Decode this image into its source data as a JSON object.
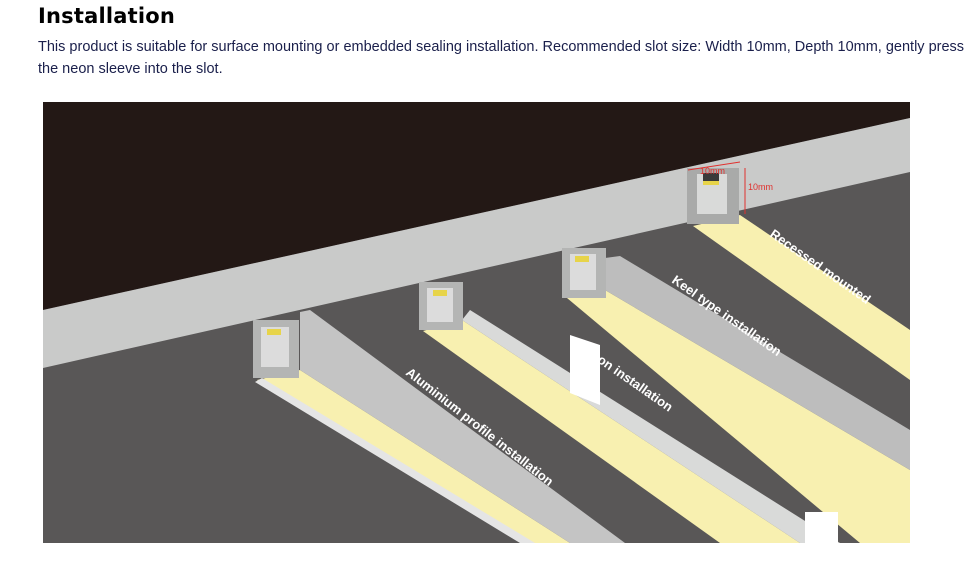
{
  "title": "Installation",
  "description": "This product is suitable for surface mounting or embedded sealing installation. Recommended slot size: Width 10mm, Depth 10mm, gently press the neon sleeve into the slot.",
  "illustration": {
    "labels": {
      "recessed": "Recessed mounted",
      "keel": "Keel type installation",
      "clip": "Clip-on installation",
      "aluminium": "Aluminium profile installation"
    },
    "dimensions": {
      "width": "10mm",
      "depth": "10mm"
    },
    "colors": {
      "ceiling": "#231815",
      "wall": "#c9cac9",
      "floor": "#595757",
      "light": "#f8f0b0",
      "dimension": "#e0312f"
    }
  }
}
